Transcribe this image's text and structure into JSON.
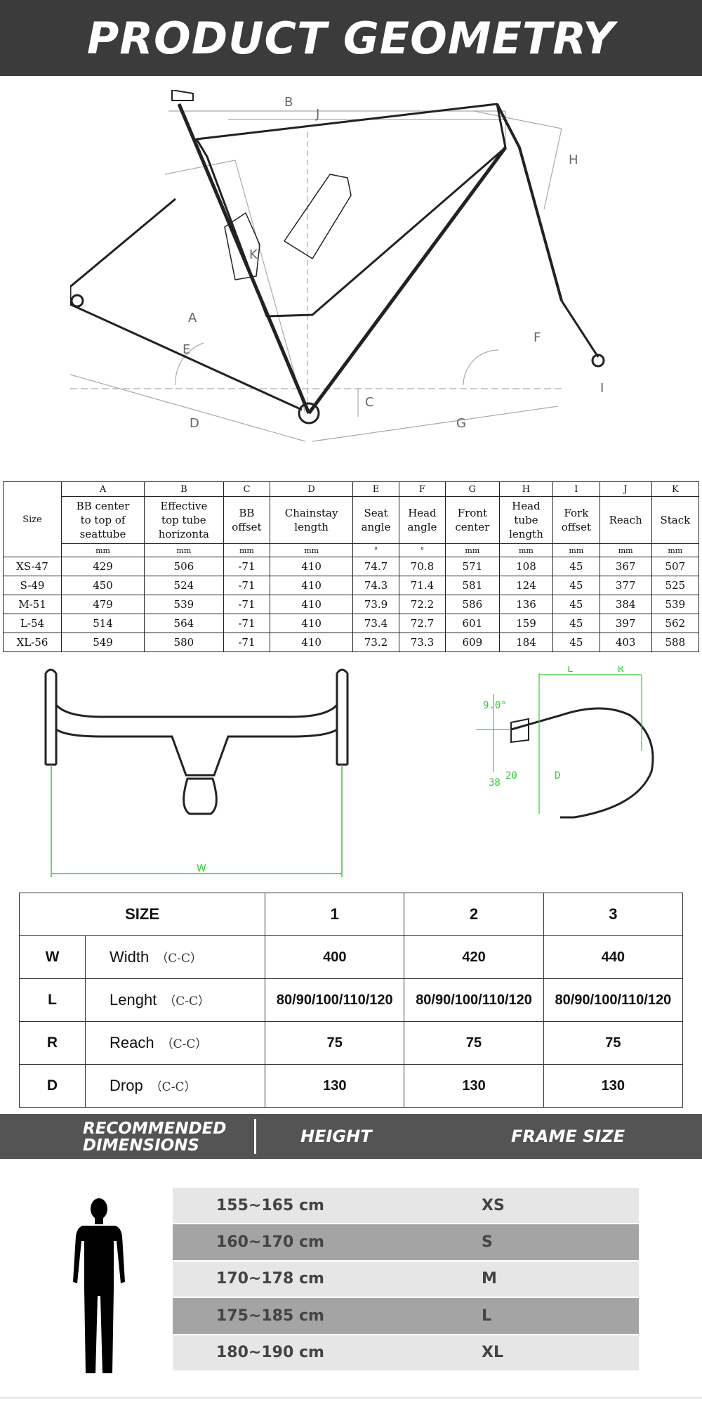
{
  "header": {
    "title": "PRODUCT GEOMETRY"
  },
  "frame_diagram": {
    "dimension_labels": [
      "B",
      "J",
      "H",
      "K",
      "A",
      "E",
      "F",
      "C",
      "D",
      "G",
      "I"
    ]
  },
  "geometry_table": {
    "size_label": "Size",
    "columns": [
      {
        "letter": "A",
        "name_lines": [
          "BB center",
          "to top of",
          "seattube"
        ],
        "unit": "mm"
      },
      {
        "letter": "B",
        "name_lines": [
          "Effective",
          "top tube",
          "horizonta"
        ],
        "unit": "mm"
      },
      {
        "letter": "C",
        "name_lines": [
          "BB",
          "offset"
        ],
        "unit": "mm"
      },
      {
        "letter": "D",
        "name_lines": [
          "Chainstay",
          "length"
        ],
        "unit": "mm"
      },
      {
        "letter": "E",
        "name_lines": [
          "Seat",
          "angle"
        ],
        "unit": "°"
      },
      {
        "letter": "F",
        "name_lines": [
          "Head",
          "angle"
        ],
        "unit": "°"
      },
      {
        "letter": "G",
        "name_lines": [
          "Front",
          "center"
        ],
        "unit": "mm"
      },
      {
        "letter": "H",
        "name_lines": [
          "Head",
          "tube",
          "length"
        ],
        "unit": "mm"
      },
      {
        "letter": "I",
        "name_lines": [
          "Fork",
          "offset"
        ],
        "unit": "mm"
      },
      {
        "letter": "J",
        "name_lines": [
          "Reach"
        ],
        "unit": "mm"
      },
      {
        "letter": "K",
        "name_lines": [
          "Stack"
        ],
        "unit": "mm"
      }
    ],
    "rows": [
      {
        "size": "XS-47",
        "values": [
          "429",
          "506",
          "-71",
          "410",
          "74.7",
          "70.8",
          "571",
          "108",
          "45",
          "367",
          "507"
        ]
      },
      {
        "size": "S-49",
        "values": [
          "450",
          "524",
          "-71",
          "410",
          "74.3",
          "71.4",
          "581",
          "124",
          "45",
          "377",
          "525"
        ]
      },
      {
        "size": "M-51",
        "values": [
          "479",
          "539",
          "-71",
          "410",
          "73.9",
          "72.2",
          "586",
          "136",
          "45",
          "384",
          "539"
        ]
      },
      {
        "size": "L-54",
        "values": [
          "514",
          "564",
          "-71",
          "410",
          "73.4",
          "72.7",
          "601",
          "159",
          "45",
          "397",
          "562"
        ]
      },
      {
        "size": "XL-56",
        "values": [
          "549",
          "580",
          "-71",
          "410",
          "73.2",
          "73.3",
          "609",
          "184",
          "45",
          "403",
          "588"
        ]
      }
    ]
  },
  "handlebar_diagram": {
    "width_label": "W"
  },
  "handlebar_side_diagram": {
    "labels": {
      "length": "L",
      "reach": "R",
      "drop": "D",
      "angle": "9.0°",
      "dim_a": "38",
      "dim_b": "20"
    }
  },
  "handlebar_table": {
    "size_header": "SIZE",
    "size_columns": [
      "1",
      "2",
      "3"
    ],
    "rows": [
      {
        "key": "W",
        "label": "Width",
        "unit": "（C-C）",
        "values": [
          "400",
          "420",
          "440"
        ]
      },
      {
        "key": "L",
        "label": "Lenght",
        "unit": "（C-C）",
        "values": [
          "80/90/100/110/120",
          "80/90/100/110/120",
          "80/90/100/110/120"
        ]
      },
      {
        "key": "R",
        "label": "Reach",
        "unit": "（C-C）",
        "values": [
          "75",
          "75",
          "75"
        ]
      },
      {
        "key": "D",
        "label": "Drop",
        "unit": "（C-C）",
        "values": [
          "130",
          "130",
          "130"
        ]
      }
    ]
  },
  "recommended": {
    "title_line1": "RECOMMENDED",
    "title_line2": "DIMENSIONS",
    "height_header": "HEIGHT",
    "frame_header": "FRAME SIZE",
    "rows": [
      {
        "height": "155~165 cm",
        "size": "XS"
      },
      {
        "height": "160~170 cm",
        "size": "S"
      },
      {
        "height": "170~178 cm",
        "size": "M"
      },
      {
        "height": "175~185 cm",
        "size": "L"
      },
      {
        "height": "180~190 cm",
        "size": "XL"
      }
    ]
  },
  "colors": {
    "header_bg": "#3b3b3b",
    "band_bg": "#545454",
    "dimension_green": "#33cc33",
    "row_light": "#e6e6e6",
    "row_dark": "#a4a4a4"
  }
}
